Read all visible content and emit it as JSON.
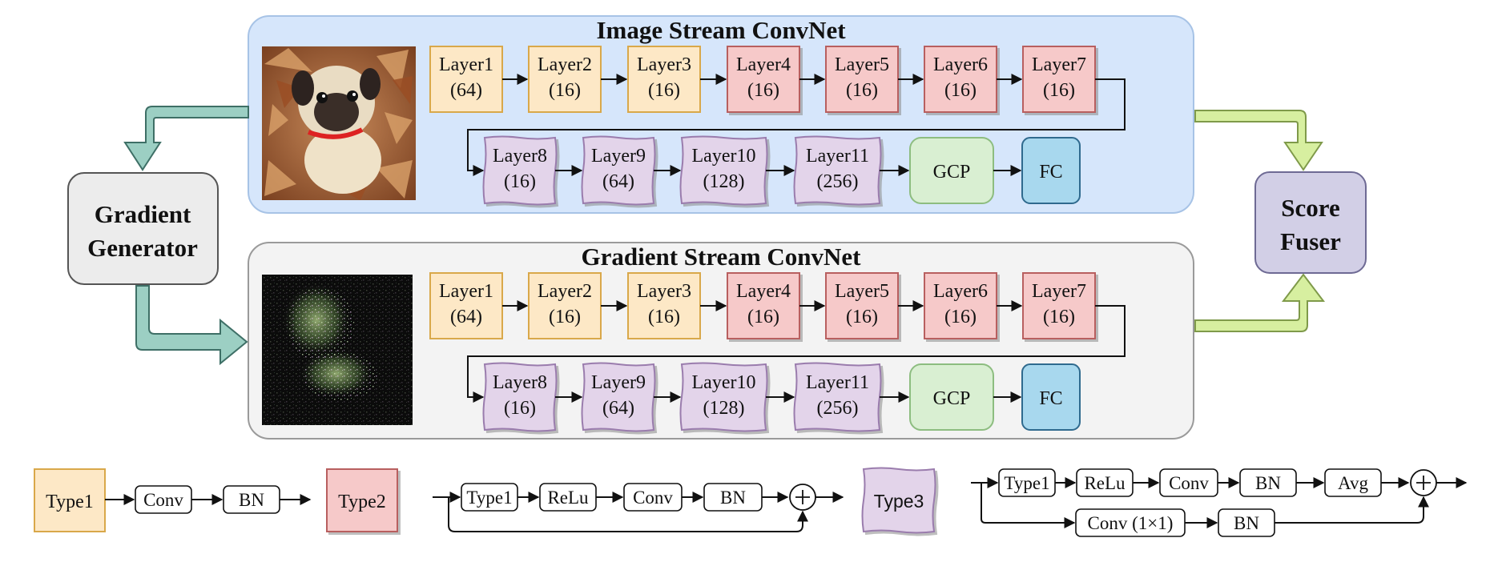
{
  "streams": [
    {
      "title": "Image Stream ConvNet",
      "row1": [
        {
          "name": "Layer1",
          "ch": "(64)",
          "type": "type1"
        },
        {
          "name": "Layer2",
          "ch": "(16)",
          "type": "type1"
        },
        {
          "name": "Layer3",
          "ch": "(16)",
          "type": "type1"
        },
        {
          "name": "Layer4",
          "ch": "(16)",
          "type": "type2"
        },
        {
          "name": "Layer5",
          "ch": "(16)",
          "type": "type2"
        },
        {
          "name": "Layer6",
          "ch": "(16)",
          "type": "type2"
        },
        {
          "name": "Layer7",
          "ch": "(16)",
          "type": "type2"
        }
      ],
      "row2": [
        {
          "name": "Layer8",
          "ch": "(16)",
          "type": "type3"
        },
        {
          "name": "Layer9",
          "ch": "(64)",
          "type": "type3"
        },
        {
          "name": "Layer10",
          "ch": "(128)",
          "type": "type3"
        },
        {
          "name": "Layer11",
          "ch": "(256)",
          "type": "type3"
        }
      ],
      "gcp": "GCP",
      "fc": "FC"
    },
    {
      "title": "Gradient Stream ConvNet",
      "row1": [
        {
          "name": "Layer1",
          "ch": "(64)",
          "type": "type1"
        },
        {
          "name": "Layer2",
          "ch": "(16)",
          "type": "type1"
        },
        {
          "name": "Layer3",
          "ch": "(16)",
          "type": "type1"
        },
        {
          "name": "Layer4",
          "ch": "(16)",
          "type": "type2"
        },
        {
          "name": "Layer5",
          "ch": "(16)",
          "type": "type2"
        },
        {
          "name": "Layer6",
          "ch": "(16)",
          "type": "type2"
        },
        {
          "name": "Layer7",
          "ch": "(16)",
          "type": "type2"
        }
      ],
      "row2": [
        {
          "name": "Layer8",
          "ch": "(16)",
          "type": "type3"
        },
        {
          "name": "Layer9",
          "ch": "(64)",
          "type": "type3"
        },
        {
          "name": "Layer10",
          "ch": "(128)",
          "type": "type3"
        },
        {
          "name": "Layer11",
          "ch": "(256)",
          "type": "type3"
        }
      ],
      "gcp": "GCP",
      "fc": "FC"
    }
  ],
  "gradient_generator": {
    "line1": "Gradient",
    "line2": "Generator"
  },
  "score_fuser": {
    "line1": "Score",
    "line2": "Fuser"
  },
  "legend": {
    "type1": {
      "label": "Type1",
      "ops": [
        "Conv",
        "BN"
      ]
    },
    "type2": {
      "label": "Type2",
      "ops": [
        "Type1",
        "ReLu",
        "Conv",
        "BN"
      ],
      "sum": "+"
    },
    "type3": {
      "label": "Type3",
      "ops": [
        "Type1",
        "ReLu",
        "Conv",
        "BN",
        "Avg"
      ],
      "shortcut": [
        "Conv (1×1)",
        "BN"
      ],
      "sum": "+"
    }
  },
  "colors": {
    "type1_fill": "#fde8c6",
    "type1_stroke": "#d9a84a",
    "type2_fill": "#f6c9c9",
    "type2_stroke": "#b85f5f",
    "type3_fill": "#e3d4ea",
    "type3_stroke": "#9a7cad",
    "gcp_fill": "#d9efd2",
    "gcp_stroke": "#8dbd80",
    "fc_fill": "#a8d8ee",
    "fc_stroke": "#2f6a8e",
    "image_panel": "#d6e6fb",
    "gradient_panel": "#f3f3f3",
    "generator_fill": "#ececec",
    "fuser_fill": "#d2cfe6",
    "arrow_teal": "#9ccfc3",
    "arrow_lime": "#d7efa0"
  },
  "icons": [
    "pug-photo",
    "gradient-noise-image",
    "plus-circle-icon"
  ]
}
